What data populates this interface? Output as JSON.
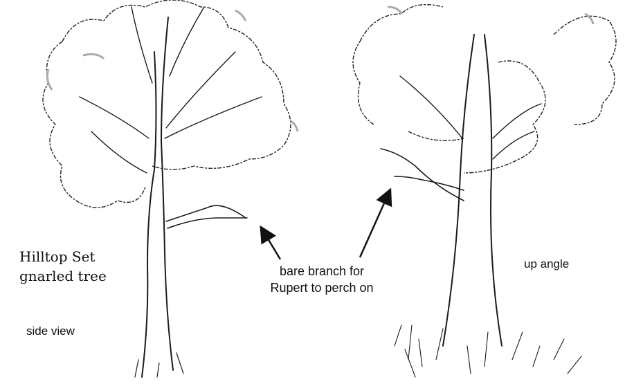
{
  "labels": {
    "title_line1": "Hilltop Set",
    "title_line2": "gnarled tree",
    "side_view": "side view",
    "callout_line1": "bare branch for",
    "callout_line2": "Rupert to perch on",
    "up_angle": "up angle"
  },
  "colors": {
    "ink": "#1a1a1a",
    "shade": "#aaaaaa",
    "background": "#ffffff"
  }
}
